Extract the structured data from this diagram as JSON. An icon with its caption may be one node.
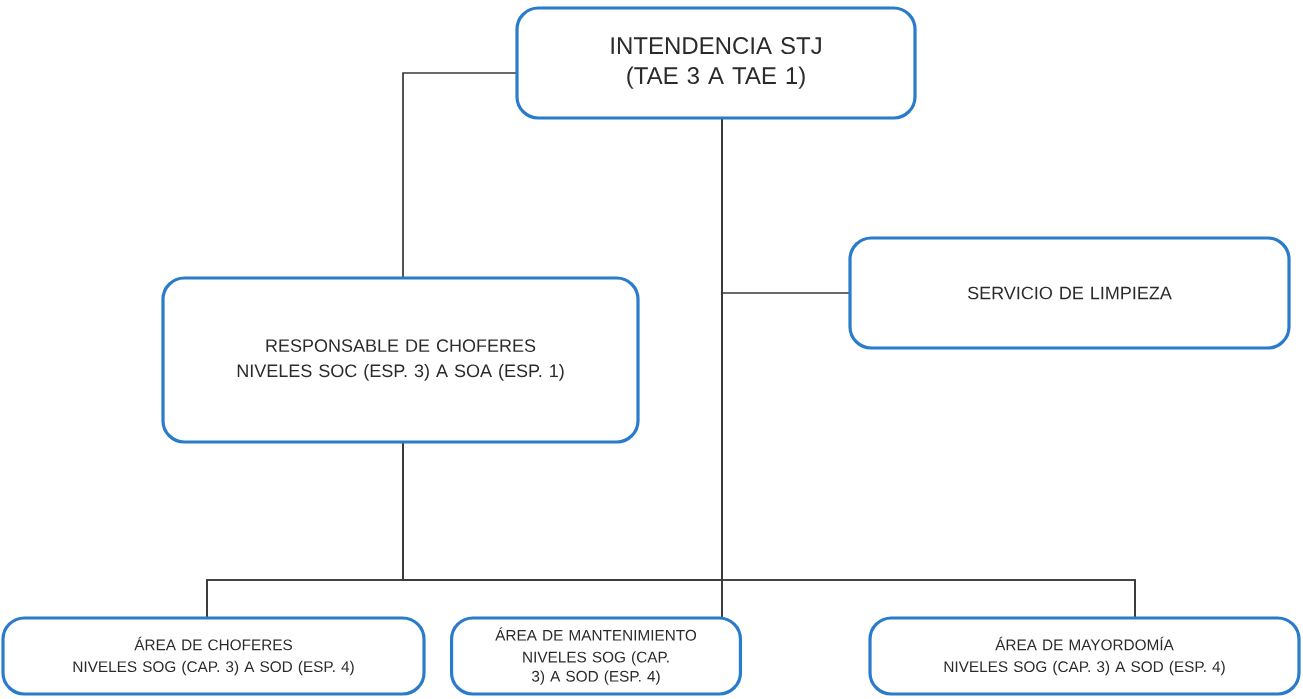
{
  "diagram": {
    "nodes": [
      {
        "text": [
          "INTENDENCIA STJ (TAE 3 A TAE 1)"
        ]
      },
      {
        "text": [
          "RESPONSABLE DE CHOFERES",
          "NIVELES SOC (ESP. 3) A SOA (ESP. 1)"
        ]
      },
      {
        "text": [
          "SERVICIO DE LIMPIEZA"
        ]
      },
      {
        "text": [
          "ÁREA DE CHOFERES",
          "NIVELES SOG (CAP. 3) A SOD (ESP. 4)"
        ]
      },
      {
        "text": [
          "ÁREA DE MANTENIMIENTO",
          "NIVELES SOG (CAP. 3) A SOD (ESP. 4)"
        ]
      },
      {
        "text": [
          "ÁREA DE MAYORDOMÍA",
          "NIVELES SOG (CAP. 3) A SOD (ESP. 4)"
        ]
      }
    ],
    "edges": [
      {
        "from": 0,
        "to": 1,
        "arrow": "none"
      },
      {
        "from": 0,
        "to": 2,
        "arrow": "none"
      },
      {
        "from": 0,
        "to": 3,
        "arrow": "none"
      },
      {
        "from": 0,
        "to": 4,
        "arrow": "none"
      },
      {
        "from": 0,
        "to": 5,
        "arrow": "none"
      },
      {
        "from": 1,
        "to": 3,
        "arrow": "none"
      },
      {
        "from": 1,
        "to": 4,
        "arrow": "none"
      },
      {
        "from": 1,
        "to": 5,
        "arrow": "none"
      }
    ]
  }
}
